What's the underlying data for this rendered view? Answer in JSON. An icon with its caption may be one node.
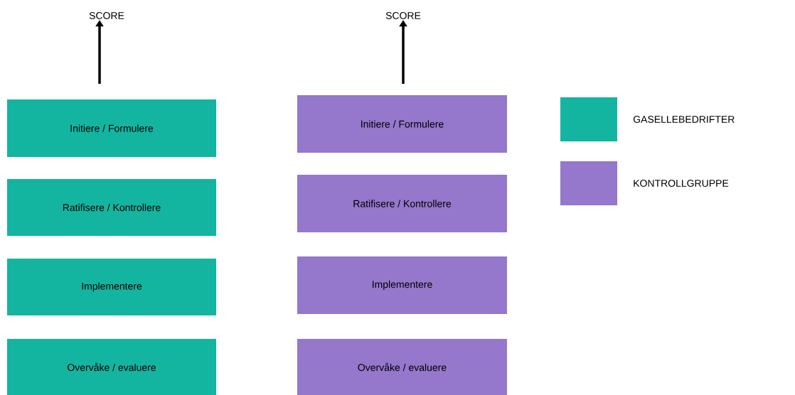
{
  "diagram": {
    "nodes": [
      {
        "text": [
          "SCORE"
        ]
      },
      {
        "text": [
          "Initiere / Formulere"
        ]
      },
      {
        "text": [
          "Ratifisere / Kontrollere"
        ]
      },
      {
        "text": [
          "Implementere"
        ]
      },
      {
        "text": [
          "Overvåke / evaluere"
        ]
      },
      {
        "text": [
          "SCORE"
        ]
      },
      {
        "text": [
          "Initiere / Formulere"
        ]
      },
      {
        "text": [
          "Ratifisere / Kontrollere"
        ]
      },
      {
        "text": [
          "Implementere"
        ]
      },
      {
        "text": [
          "Overvåke / evaluere"
        ]
      }
    ],
    "edges": [
      {
        "from": null,
        "to": 0,
        "arrow": "to"
      },
      {
        "from": null,
        "to": 5,
        "arrow": "to"
      }
    ],
    "legend": [
      {
        "text": "GASELLEBEDRIFTER",
        "color": "#14b5a0"
      },
      {
        "text": "KONTROLLGRUPPE",
        "color": "#9577cc"
      }
    ]
  }
}
